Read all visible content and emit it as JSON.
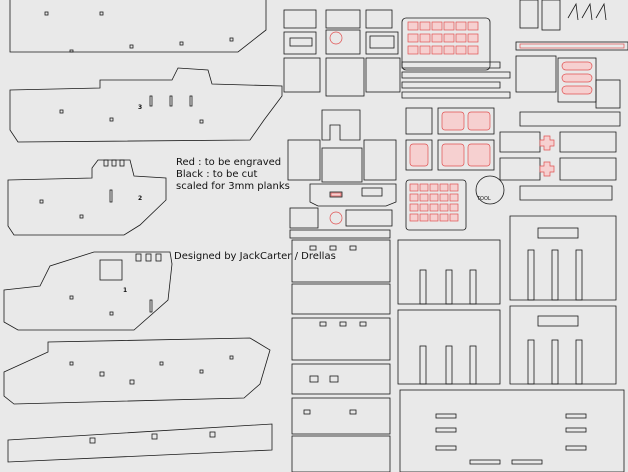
{
  "legend": {
    "red": "Red : to be engraved",
    "black": "Black : to be cut",
    "scale": "scaled for 3mm planks"
  },
  "credit": "Designed by JackCarter / Drellas",
  "part_numbers": {
    "p3": "3",
    "p2": "2",
    "p1": "1"
  },
  "tool_label": "TOOL",
  "colors": {
    "background": "#e9e9e9",
    "cut_line": "#1a1a1a",
    "engrave_line": "#e05050",
    "engrave_fill": "#f6d0d0"
  }
}
